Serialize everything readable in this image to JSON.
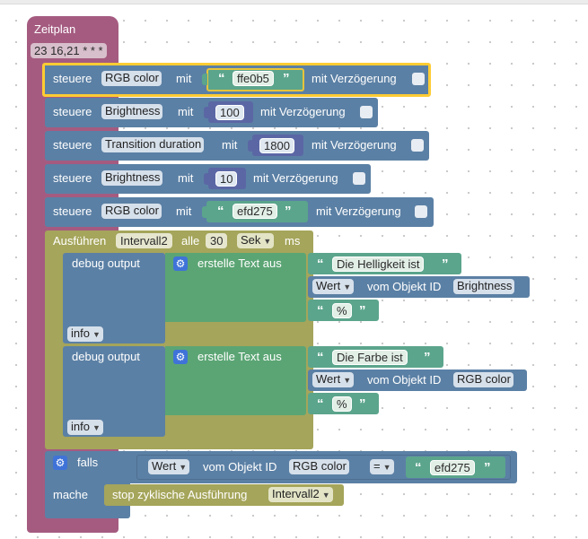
{
  "colors": {
    "hat": "#a55b80",
    "blue": "#5b80a5",
    "green": "#5ba58c",
    "olive": "#a5a55b",
    "text_block": "#5ba574",
    "highlight": "#fc3"
  },
  "hat": {
    "title": "Zeitplan",
    "schedule": "23 16,21 * * *"
  },
  "labels": {
    "control": "steuere",
    "with": "mit",
    "delay": "mit Verzögerung",
    "debug": "debug output",
    "make_text": "erstelle Text aus",
    "value_of": "vom Objekt ID",
    "execute": "Ausführen",
    "every": "alle",
    "ms": "ms",
    "if": "falls",
    "do": "mache",
    "stop": "stop zyklische Ausführung",
    "eq": "="
  },
  "controls": [
    {
      "target": "RGB color",
      "value": "ffe0b5"
    },
    {
      "target": "Brightness",
      "value": "100"
    },
    {
      "target": "Transition duration",
      "value": "1800"
    },
    {
      "target": "Brightness",
      "value": "10"
    },
    {
      "target": "RGB color",
      "value": "efd275"
    }
  ],
  "interval": {
    "name": "Intervall2",
    "value": "30",
    "unit": "Sek"
  },
  "debug1": {
    "text": "Die Helligkeit ist",
    "value_field": "Wert",
    "object": "Brightness",
    "suffix": "%",
    "level": "info"
  },
  "debug2": {
    "text": "Die Farbe ist",
    "value_field": "Wert",
    "object": "RGB color",
    "suffix": "%",
    "level": "info"
  },
  "condition": {
    "value_field": "Wert",
    "object": "RGB color",
    "op": "=",
    "compare": "efd275"
  },
  "stop": {
    "name": "Intervall2"
  },
  "icons": {
    "quote_open": "“",
    "quote_close": "”",
    "gear": "gear-icon",
    "dropdown": "▼"
  }
}
